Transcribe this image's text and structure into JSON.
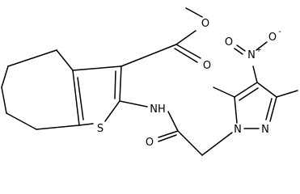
{
  "atom_labels": {
    "o_ester_carbonyl": "O",
    "o_ester_ether": "O",
    "nitro_o_right": "O",
    "nitro_o_left": "O",
    "nitro_n": "N",
    "nitro_charge_plus": "+",
    "nitro_charge_minus": "-",
    "sulfur": "S",
    "amide_nh": "NH",
    "amide_o": "O",
    "pyrazole_n1": "N",
    "pyrazole_n2": "N"
  },
  "colors": {
    "bond": "#000000",
    "label": "#000000",
    "background": "#ffffff"
  }
}
